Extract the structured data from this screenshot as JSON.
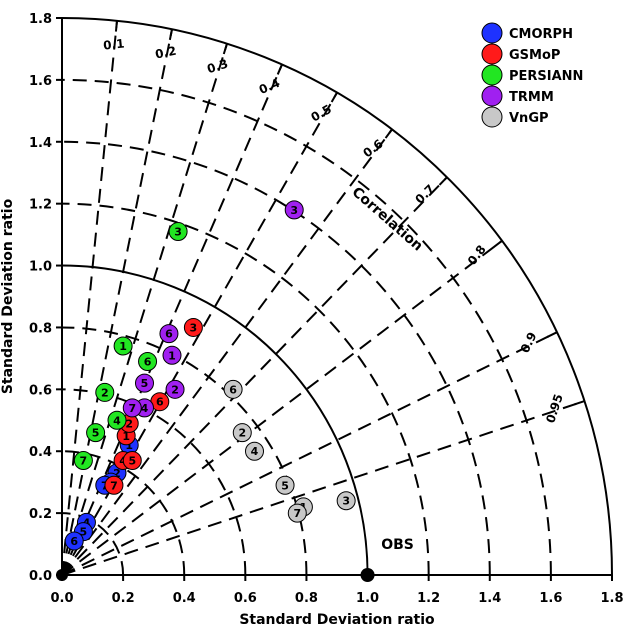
{
  "chart_data": {
    "type": "scatter",
    "subtype": "taylor-diagram",
    "xlabel": "Standard Deviation ratio",
    "ylabel": "Standard Deviation ratio",
    "xlim": [
      0,
      1.8
    ],
    "ylim": [
      0,
      1.8
    ],
    "x_ticks": [
      "0.0",
      "0.2",
      "0.4",
      "0.6",
      "0.8",
      "1.0",
      "1.2",
      "1.4",
      "1.6",
      "1.8"
    ],
    "y_ticks": [
      "0.0",
      "0.2",
      "0.4",
      "0.6",
      "0.8",
      "1.0",
      "1.2",
      "1.4",
      "1.6",
      "1.8"
    ],
    "correlation_title": "Correlation",
    "correlation_ticks": [
      {
        "value": 0.1,
        "label": "0.1"
      },
      {
        "value": 0.2,
        "label": "0.2"
      },
      {
        "value": 0.3,
        "label": "0.3"
      },
      {
        "value": 0.4,
        "label": "0.4"
      },
      {
        "value": 0.5,
        "label": "0.5"
      },
      {
        "value": 0.6,
        "label": "0.6"
      },
      {
        "value": 0.7,
        "label": "0.7"
      },
      {
        "value": 0.8,
        "label": "0.8"
      },
      {
        "value": 0.9,
        "label": "0.9"
      },
      {
        "value": 0.95,
        "label": "0.95"
      }
    ],
    "std_arcs_dashed": [
      0.2,
      0.4,
      0.6,
      0.8,
      1.2,
      1.4,
      1.6
    ],
    "std_arc_reference": 1.0,
    "reference": {
      "label": "OBS",
      "x": 1.0,
      "y": 0.0
    },
    "legend_position": "top-right",
    "grid": false,
    "series": [
      {
        "name": "CMORPH",
        "color": "#1e32ff",
        "points": [
          {
            "label": "1",
            "x": 0.22,
            "y": 0.42
          },
          {
            "label": "2",
            "x": 0.18,
            "y": 0.33
          },
          {
            "label": "3",
            "x": 0.16,
            "y": 0.3
          },
          {
            "label": "4",
            "x": 0.08,
            "y": 0.17
          },
          {
            "label": "5",
            "x": 0.07,
            "y": 0.14
          },
          {
            "label": "6",
            "x": 0.04,
            "y": 0.11
          },
          {
            "label": "7",
            "x": 0.14,
            "y": 0.29
          }
        ]
      },
      {
        "name": "GSMoP",
        "color": "#ff1a1a",
        "points": [
          {
            "label": "1",
            "x": 0.21,
            "y": 0.45
          },
          {
            "label": "2",
            "x": 0.22,
            "y": 0.49
          },
          {
            "label": "3",
            "x": 0.43,
            "y": 0.8
          },
          {
            "label": "4",
            "x": 0.2,
            "y": 0.37
          },
          {
            "label": "5",
            "x": 0.23,
            "y": 0.37
          },
          {
            "label": "6",
            "x": 0.32,
            "y": 0.56
          },
          {
            "label": "7",
            "x": 0.17,
            "y": 0.29
          }
        ]
      },
      {
        "name": "PERSIANN",
        "color": "#22e622",
        "points": [
          {
            "label": "1",
            "x": 0.2,
            "y": 0.74
          },
          {
            "label": "2",
            "x": 0.14,
            "y": 0.59
          },
          {
            "label": "3",
            "x": 0.38,
            "y": 1.11
          },
          {
            "label": "4",
            "x": 0.18,
            "y": 0.5
          },
          {
            "label": "5",
            "x": 0.11,
            "y": 0.46
          },
          {
            "label": "6",
            "x": 0.28,
            "y": 0.69
          },
          {
            "label": "7",
            "x": 0.07,
            "y": 0.37
          }
        ]
      },
      {
        "name": "TRMM",
        "color": "#a020f0",
        "points": [
          {
            "label": "1",
            "x": 0.36,
            "y": 0.71
          },
          {
            "label": "2",
            "x": 0.37,
            "y": 0.6
          },
          {
            "label": "3",
            "x": 0.76,
            "y": 1.18
          },
          {
            "label": "4",
            "x": 0.27,
            "y": 0.54
          },
          {
            "label": "5",
            "x": 0.27,
            "y": 0.62
          },
          {
            "label": "6",
            "x": 0.35,
            "y": 0.78
          },
          {
            "label": "7",
            "x": 0.23,
            "y": 0.54
          }
        ]
      },
      {
        "name": "VnGP",
        "color": "#c8c8c8",
        "points": [
          {
            "label": "1",
            "x": 0.79,
            "y": 0.22
          },
          {
            "label": "2",
            "x": 0.59,
            "y": 0.46
          },
          {
            "label": "3",
            "x": 0.93,
            "y": 0.24
          },
          {
            "label": "4",
            "x": 0.63,
            "y": 0.4
          },
          {
            "label": "5",
            "x": 0.73,
            "y": 0.29
          },
          {
            "label": "6",
            "x": 0.56,
            "y": 0.6
          },
          {
            "label": "7",
            "x": 0.77,
            "y": 0.2
          }
        ]
      }
    ]
  }
}
